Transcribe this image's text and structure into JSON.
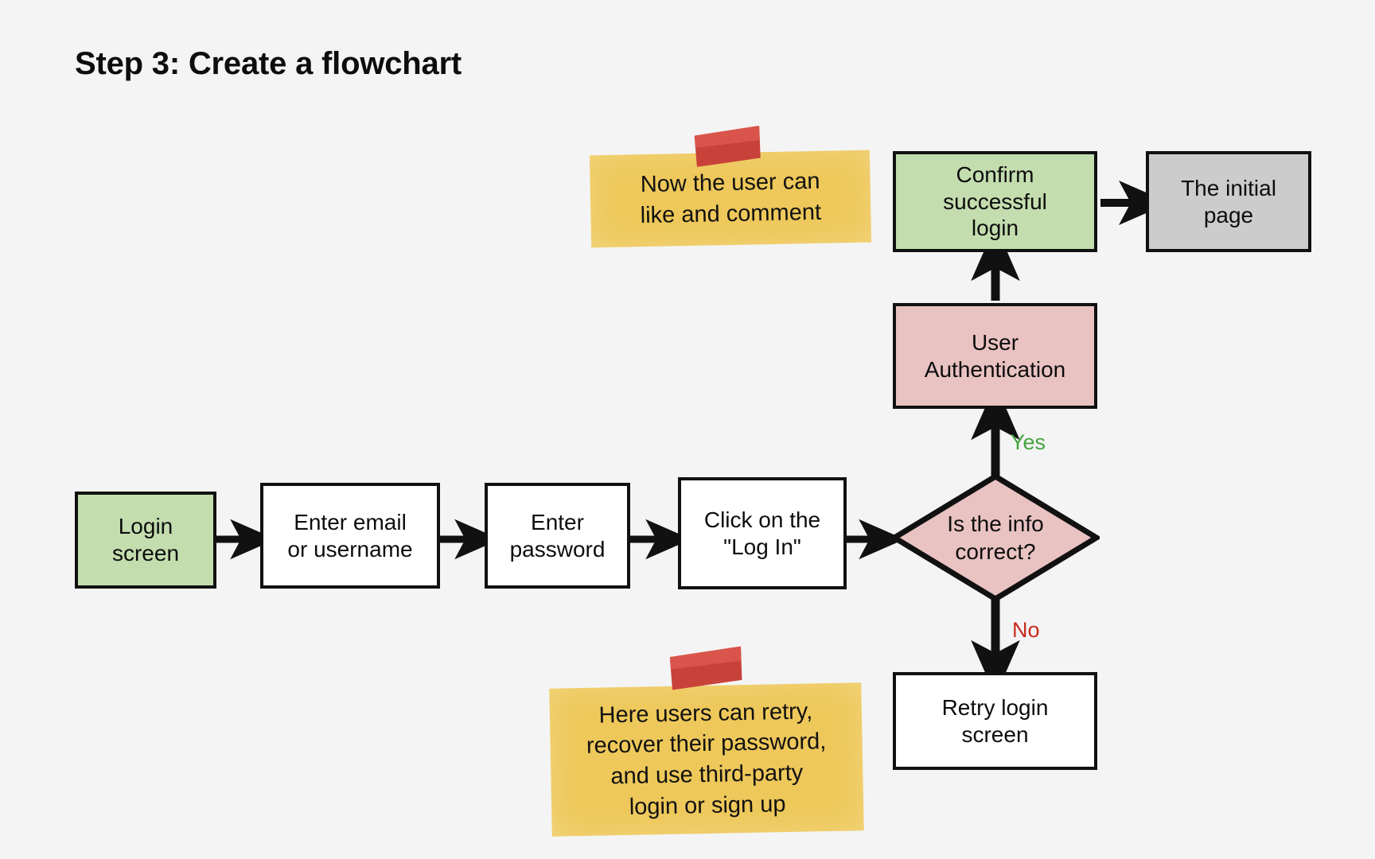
{
  "page": {
    "title": "Step 3: Create a flowchart",
    "background_color": "#f4f4f4"
  },
  "colors": {
    "node_border": "#111111",
    "green_fill": "#c3ddaf",
    "pink_fill": "#e9c2c2",
    "gray_fill": "#cccccc",
    "white_fill": "#ffffff",
    "sticky_yellow": "#eec85a",
    "tape_red": "#c9423a",
    "yes_green": "#44a340",
    "no_red": "#c62a1c"
  },
  "chart_data": {
    "type": "diagram",
    "title": "Step 3: Create a flowchart",
    "nodes": [
      {
        "id": "login-screen",
        "label": "Login\nscreen",
        "shape": "rect",
        "fill": "#c3ddaf"
      },
      {
        "id": "enter-email",
        "label": "Enter email\nor username",
        "shape": "rect",
        "fill": "#ffffff"
      },
      {
        "id": "enter-password",
        "label": "Enter\npassword",
        "shape": "rect",
        "fill": "#ffffff"
      },
      {
        "id": "click-login",
        "label": "Click on the\n\"Log In\"",
        "shape": "rect",
        "fill": "#ffffff"
      },
      {
        "id": "info-correct",
        "label": "Is the info\ncorrect?",
        "shape": "diamond",
        "fill": "#e9c2c2"
      },
      {
        "id": "user-auth",
        "label": "User\nAuthentication",
        "shape": "rect",
        "fill": "#e9c2c2"
      },
      {
        "id": "confirm-login",
        "label": "Confirm\nsuccessful\nlogin",
        "shape": "rect",
        "fill": "#c3ddaf"
      },
      {
        "id": "initial-page",
        "label": "The initial\npage",
        "shape": "rect",
        "fill": "#cccccc"
      },
      {
        "id": "retry-login",
        "label": "Retry login\nscreen",
        "shape": "rect",
        "fill": "#ffffff"
      }
    ],
    "edges": [
      {
        "from": "login-screen",
        "to": "enter-email",
        "label": ""
      },
      {
        "from": "enter-email",
        "to": "enter-password",
        "label": ""
      },
      {
        "from": "enter-password",
        "to": "click-login",
        "label": ""
      },
      {
        "from": "click-login",
        "to": "info-correct",
        "label": ""
      },
      {
        "from": "info-correct",
        "to": "user-auth",
        "label": "Yes"
      },
      {
        "from": "info-correct",
        "to": "retry-login",
        "label": "No"
      },
      {
        "from": "user-auth",
        "to": "confirm-login",
        "label": ""
      },
      {
        "from": "confirm-login",
        "to": "initial-page",
        "label": ""
      }
    ],
    "annotations": [
      {
        "id": "note-top",
        "text": "Now the user can\nlike and comment"
      },
      {
        "id": "note-bottom",
        "text": "Here users can retry,\nrecover their password,\nand use third-party\nlogin or sign up"
      }
    ]
  },
  "nodes": {
    "login_screen": "Login\nscreen",
    "enter_email": "Enter email\nor username",
    "enter_password": "Enter\npassword",
    "click_login": "Click on the\n\"Log In\"",
    "info_correct": "Is the info\ncorrect?",
    "user_auth": "User\nAuthentication",
    "confirm_login": "Confirm\nsuccessful\nlogin",
    "initial_page": "The initial\npage",
    "retry_login": "Retry login\nscreen"
  },
  "branches": {
    "yes": "Yes",
    "no": "No"
  },
  "notes": {
    "top": "Now the user can\nlike and comment",
    "bottom": "Here users can retry,\nrecover their password,\nand use third-party\nlogin or sign up"
  }
}
